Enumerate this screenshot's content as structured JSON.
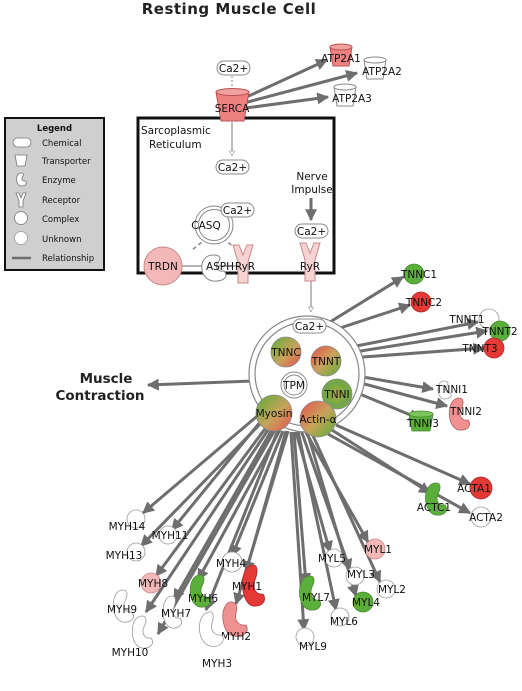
{
  "title": "Resting Muscle Cell",
  "compartment": {
    "sarcoplasmic_line1": "Sarcoplasmic",
    "sarcoplasmic_line2": "Reticulum"
  },
  "nerve": {
    "line1": "Nerve",
    "line2": "Impulse"
  },
  "muscle_contraction": {
    "line1": "Muscle",
    "line2": "Contraction"
  },
  "legend": {
    "title": "Legend",
    "items": [
      "Chemical",
      "Transporter",
      "Enzyme",
      "Receptor",
      "Complex",
      "Unknown",
      "Relationship"
    ]
  },
  "nodes": {
    "ca_top": "Ca2+",
    "serca": "SERCA",
    "atp2a1": "ATP2A1",
    "atp2a2": "ATP2A2",
    "atp2a3": "ATP2A3",
    "ca_sr": "Ca2+",
    "casq_ca": "Ca2+",
    "casq": "CASQ",
    "trdn": "TRDN",
    "asph": "ASPH",
    "ryr_in": "RyR",
    "ca_nerve": "Ca2+",
    "ryr_out": "RyR",
    "ca_complex": "Ca2+",
    "tnnc": "TNNC",
    "tnnt": "TNNT",
    "tpm": "TPM",
    "myosin": "Myosin",
    "tnni": "TNNI",
    "actin": "Actin-α",
    "tnnc1": "TNNC1",
    "tnnc2": "TNNC2",
    "tnnt1": "TNNT1",
    "tnnt2": "TNNT2",
    "tnnt3": "TNNT3",
    "tnni1": "TNNI1",
    "tnni2": "TNNI2",
    "tnni3": "TNNI3",
    "acta1": "ACTA1",
    "actc1": "ACTC1",
    "acta2": "ACTA2",
    "myh14": "MYH14",
    "myh11": "MYH11",
    "myh13": "MYH13",
    "myh8": "MYH8",
    "myh4": "MYH4",
    "myh1": "MYH1",
    "myh6": "MYH6",
    "myh9": "MYH9",
    "myh7": "MYH7",
    "myh2": "MYH2",
    "myh10": "MYH10",
    "myh3": "MYH3",
    "myl5": "MYL5",
    "myl1": "MYL1",
    "myl3": "MYL3",
    "myl2": "MYL2",
    "myl7": "MYL7",
    "myl4": "MYL4",
    "myl6": "MYL6",
    "myl9": "MYL9"
  },
  "colors": {
    "edge": "#6e6e6e",
    "red_strong": "#e53935",
    "red_light": "#f4b8b8",
    "green": "#5aae3a",
    "white": "#ffffff",
    "legend_bg": "#cfcfcf"
  }
}
